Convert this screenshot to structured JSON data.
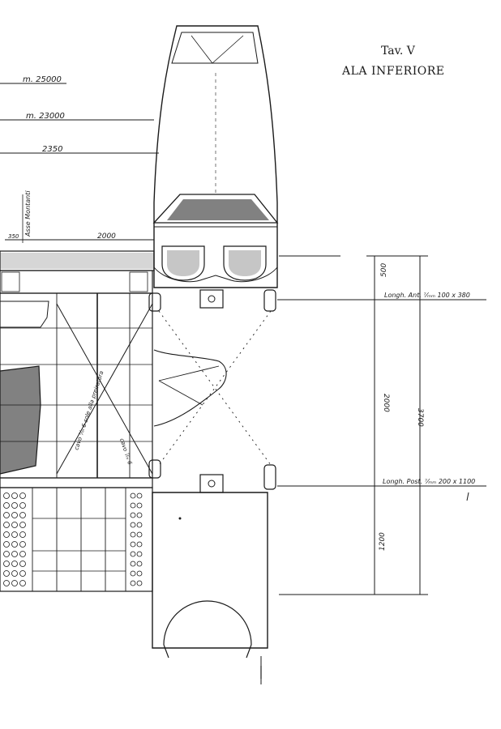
{
  "plate": {
    "number": "Tav. V",
    "title": "ALA INFERIORE"
  },
  "dimensions": {
    "span_25000": "m. 25000",
    "span_23000": "m. 23000",
    "span_2350": "2350",
    "span_2000_top": "2000",
    "span_350": "350",
    "axis_label": "Asse Montanti",
    "v_500": "500",
    "v_2000": "2000",
    "v_3700": "3700",
    "v_1200": "1200"
  },
  "spars": {
    "front": "Longh. Ant. ⁷⁄ₘₘ 100 x 380",
    "rear": "Longh. Post. ⁷⁄ₘₘ 200 x 1100"
  },
  "diagonal_notes": {
    "left": "cavo ⁷⁄ₘ 6 sole alla preiratura",
    "right": "cavo ⁷⁄ₘ 6"
  },
  "colors": {
    "ink": "#1a1a1a",
    "paper": "#ffffff"
  }
}
